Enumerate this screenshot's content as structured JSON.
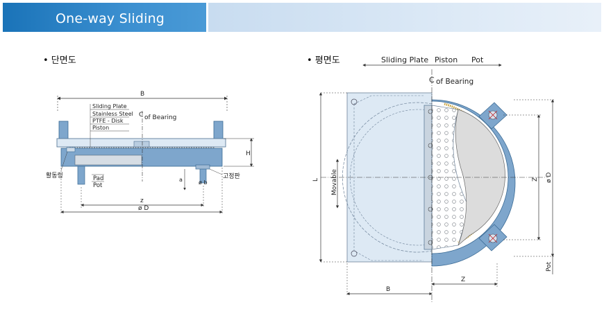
{
  "header": {
    "title": "One-way Sliding"
  },
  "sections": {
    "left": "• 단면도",
    "right": "• 평면도"
  },
  "section_view": {
    "dim_B": "B",
    "labels": [
      "Sliding Plate",
      "Stainless Steel",
      "PTFE - Disk",
      "Piston"
    ],
    "cl_symbol": "C",
    "cl_text": "of Bearing",
    "dim_H": "H",
    "slide_ring": "활동링",
    "pad": "Pad",
    "pot": "Pot",
    "dim_a": "a",
    "dim_phi_b": "ø b",
    "fixing_plate": "고정판",
    "dim_z": "z",
    "dim_phiD": "ø D"
  },
  "plan_view": {
    "top_labels": [
      "Sliding Plate",
      "Piston",
      "Pot"
    ],
    "cl_symbol": "C",
    "cl_text": "of Bearing",
    "dim_L": "L",
    "movable": "Movable",
    "dim_Z": "Z",
    "dim_phiD": "ø D",
    "dim_pot": "Pot",
    "dim_B": "B",
    "dim_Z_bottom": "Z"
  }
}
